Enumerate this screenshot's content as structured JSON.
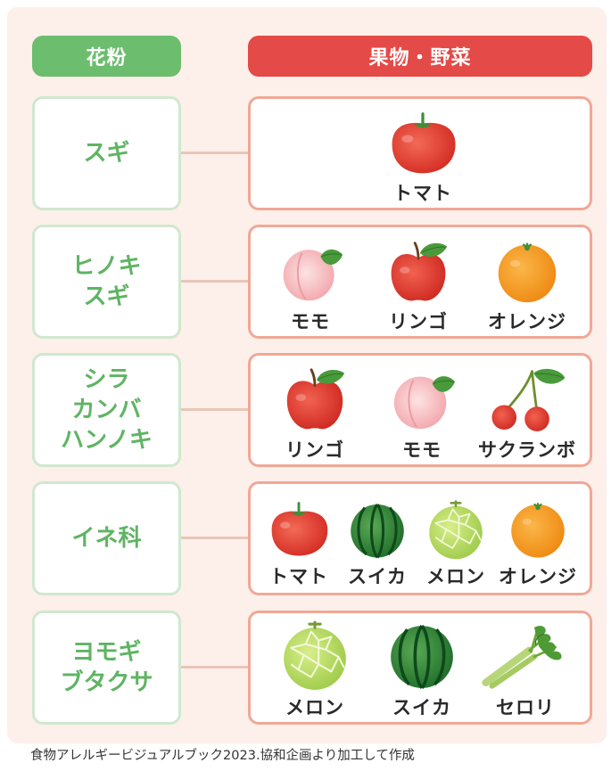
{
  "headers": {
    "pollen": "花粉",
    "foods": "果物・野菜"
  },
  "rows": [
    {
      "pollen": [
        "スギ"
      ],
      "foods": [
        "トマト"
      ]
    },
    {
      "pollen": [
        "ヒノキ",
        "スギ"
      ],
      "foods": [
        "モモ",
        "リンゴ",
        "オレンジ"
      ]
    },
    {
      "pollen": [
        "シラ",
        "カンバ",
        "ハンノキ"
      ],
      "foods": [
        "リンゴ",
        "モモ",
        "サクランボ"
      ]
    },
    {
      "pollen": [
        "イネ科"
      ],
      "foods": [
        "トマト",
        "スイカ",
        "メロン",
        "オレンジ"
      ]
    },
    {
      "pollen": [
        "ヨモギ",
        "ブタクサ"
      ],
      "foods": [
        "メロン",
        "スイカ",
        "セロリ"
      ]
    }
  ],
  "icons": {
    "row0": [
      "tomato-icon"
    ],
    "row1": [
      "peach-icon",
      "apple-icon",
      "orange-icon"
    ],
    "row2": [
      "apple-icon",
      "peach-icon",
      "cherry-icon"
    ],
    "row3": [
      "tomato-icon",
      "watermelon-icon",
      "melon-icon",
      "orange-icon"
    ],
    "row4": [
      "melon-icon",
      "watermelon-icon",
      "celery-icon"
    ]
  },
  "source": "食物アレルギービジュアルブック2023.協和企画より加工して作成"
}
